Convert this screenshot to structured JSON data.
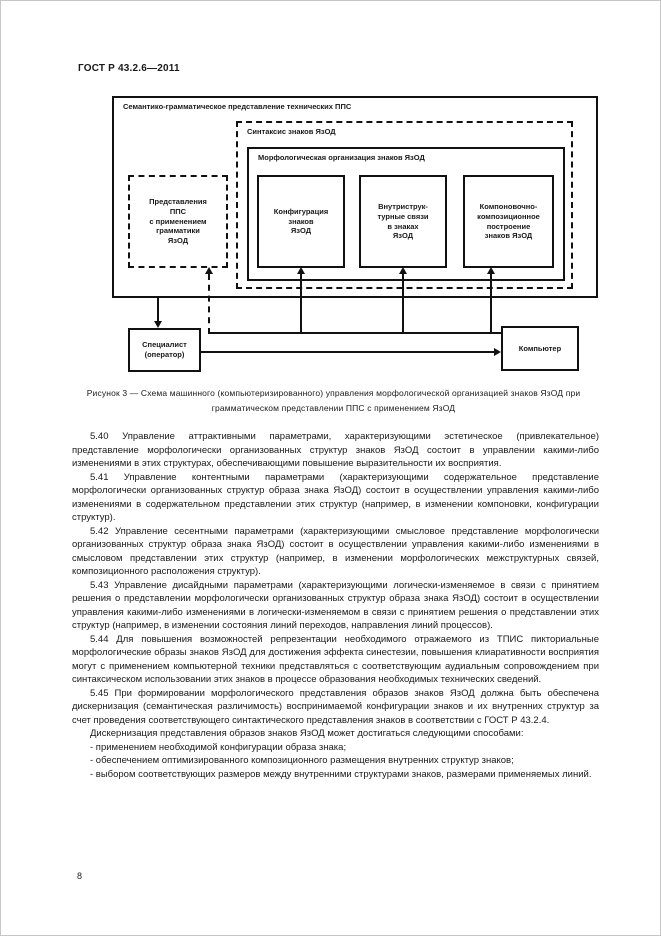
{
  "document": {
    "header": "ГОСТ Р 43.2.6—2011",
    "page_number": "8"
  },
  "figure": {
    "caption": "Рисунок 3 — Схема машинного (компьютеризированного) управления морфологической организацией знаков ЯзОД при грамматическом представлении ППС с применением ЯзОД",
    "outer_box_label": "Семантико-грамматическое представление технических ППС",
    "syntax_box_label": "Синтаксис знаков ЯзОД",
    "morphology_box_label": "Морфологическая организация знаков ЯзОД",
    "grammar_box": "Представления\nППС\nс применением\nграмматики\nЯзОД",
    "configuration_box": "Конфигурация\nзнаков\nЯзОД",
    "intrastructural_box": "Внутриструк-\nтурные связи\nв знаках\nЯзОД",
    "composition_box": "Компоновочно-\nкомпозиционное\nпостроение\nзнаков ЯзОД",
    "specialist_box": "Специалист\n(оператор)",
    "computer_box": "Компьютер"
  },
  "content": {
    "clauses": [
      {
        "num": "5.40",
        "text": "5.40 Управление аттрактивными параметрами, характеризующими эстетическое (привлекатель­ное) представление морфологически организованных структур знаков ЯзОД состоит в управлении какими-либо изменениями в этих структурах, обеспечивающими повышение выразительности их восприятия."
      },
      {
        "num": "5.41",
        "text": "5.41 Управление контентными параметрами (характеризующими содержательное представле­ние морфологически организованных структур образа знака ЯзОД) состоит в осуществлении управле­ния какими-либо изменениями в содержательном представлении этих структур (например, в изменении компоновки, конфигурации структур)."
      },
      {
        "num": "5.42",
        "text": "5.42 Управление сесентными параметрами (характеризующими смысловое представление мор­фологически организованных структур образа знака ЯзОД) состоит в осуществлении управления каки­ми-либо изменениями в смысловом представлении этих структур (например, в изменении морфологических межструктурных связей, композиционного расположения структур)."
      },
      {
        "num": "5.43",
        "text": "5.43 Управление дисайдными параметрами (характеризующими логически-изменяемое в связи с принятием решения о представлении морфологически организованных структур образа знака ЯзОД) состоит в осуществлении управления какими-либо изменениями в логически-изменяемом в связи с принятием решения о представлении этих структур (например, в изменении состояния линий перехо­дов, направления линий процессов)."
      },
      {
        "num": "5.44",
        "text": "5.44 Для повышения возможностей репрезентации необходимого отражаемого из ТПИС пикто­риальные морфологические образы знаков ЯзОД для достижения эффекта синестезии, повышения клиаративности восприятия могут с применением компьютерной техники представляться с соответ­ствующим аудиальным сопровождением при синтаксическом использовании этих знаков в процессе образования необходимых технических сведений."
      },
      {
        "num": "5.45",
        "text": "5.45 При формировании морфологического представления образов знаков ЯзОД должна быть обеспечена дискернизация (семантическая различимость) воспринимаемой конфигурации знаков и их внутренних структур за счет проведения соответствующего синтактического представления знаков в соответствии с ГОСТ Р 43.2.4."
      }
    ],
    "discernization_intro": "Дискернизация представления образов знаков ЯзОД может достигаться следующими способами:",
    "bullets": [
      "- применением необходимой конфигурации образа знака;",
      "- обеспечением оптимизированного композиционного размещения внутренних структур знаков;",
      "- выбором соответствующих размеров между внутренними структурами знаков, размерами при­меняемых линий."
    ]
  }
}
